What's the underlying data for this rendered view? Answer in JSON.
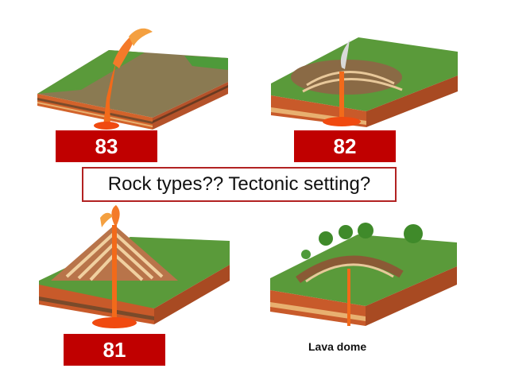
{
  "labels": {
    "top_left": "83",
    "top_right": "82",
    "bottom_left": "81"
  },
  "question": "Rock types?? Tectonic setting?",
  "bottom_right_caption": "Lava dome",
  "colors": {
    "label_bg": "#c00000",
    "question_border": "#b22222",
    "grass": "#4e9a3a",
    "lava": "#f05a1a",
    "soil": "#c75a2a"
  }
}
